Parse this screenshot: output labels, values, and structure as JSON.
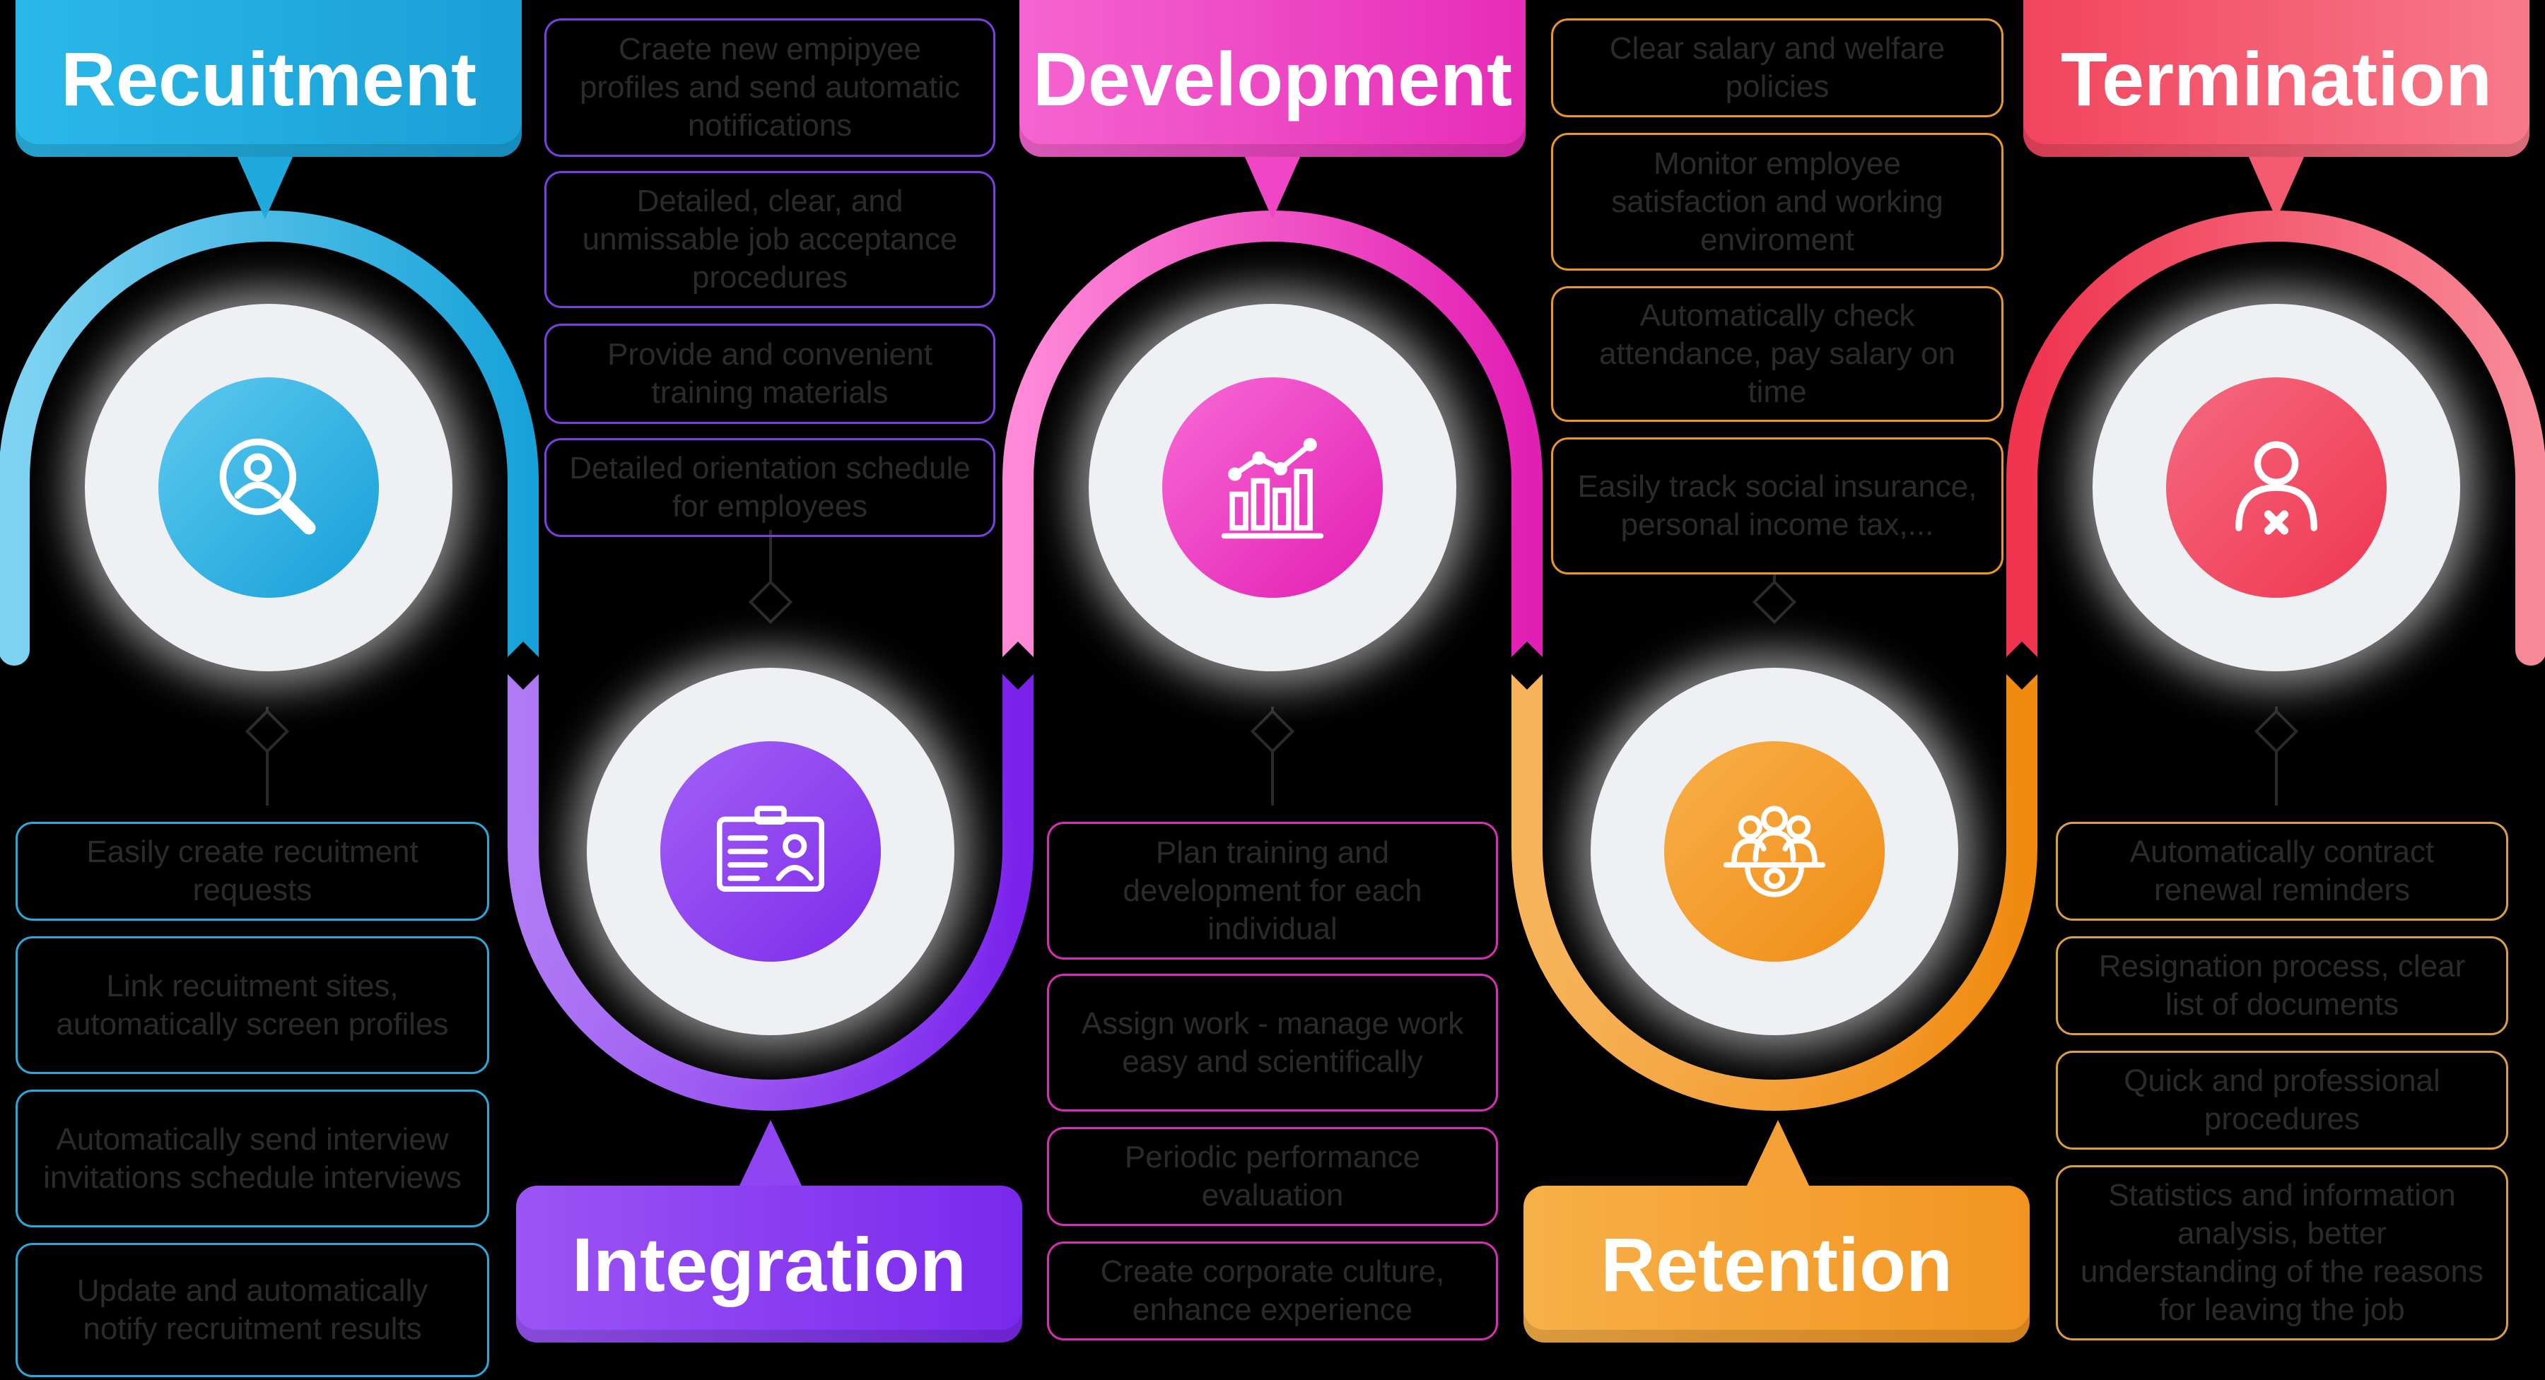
{
  "colors": {
    "recruitment": "#1fa9dc",
    "integration": "#8b3cf0",
    "development": "#ee2fbf",
    "retention": "#f29a2e",
    "termination": "#f2506a"
  },
  "stages": [
    {
      "title": "Recuitment",
      "icon": "search-user-icon",
      "items": [
        "Easily create recuitment requests",
        "Link recuitment sites, automatically screen profiles",
        "Automatically send interview invitations schedule interviews",
        "Update and automatically notify recruitment results"
      ]
    },
    {
      "title": "Integration",
      "icon": "id-card-icon",
      "items": [
        "Craete new empipyee profiles and send automatic notifications",
        "Detailed, clear, and unmissable job acceptance procedures",
        "Provide and convenient training materials",
        "Detailed orientation schedule for employees"
      ]
    },
    {
      "title": "Development",
      "icon": "growth-chart-icon",
      "items": [
        "Plan training and development for each individual",
        "Assign work - manage work easy and scientifically",
        "Periodic performance evaluation",
        "Create corporate culture, enhance experience"
      ]
    },
    {
      "title": "Retention",
      "icon": "team-gear-icon",
      "items": [
        "Clear salary and welfare policies",
        "Monitor employee satisfaction and working enviroment",
        "Automatically check attendance, pay salary on time",
        "Easily track social insurance, personal income tax,..."
      ]
    },
    {
      "title": "Termination",
      "icon": "remove-user-icon",
      "items": [
        "Automatically contract renewal reminders",
        "Resignation process, clear list of documents",
        "Quick and professional procedures",
        "Statistics and information analysis, better understanding of the reasons for leaving the job"
      ]
    }
  ]
}
